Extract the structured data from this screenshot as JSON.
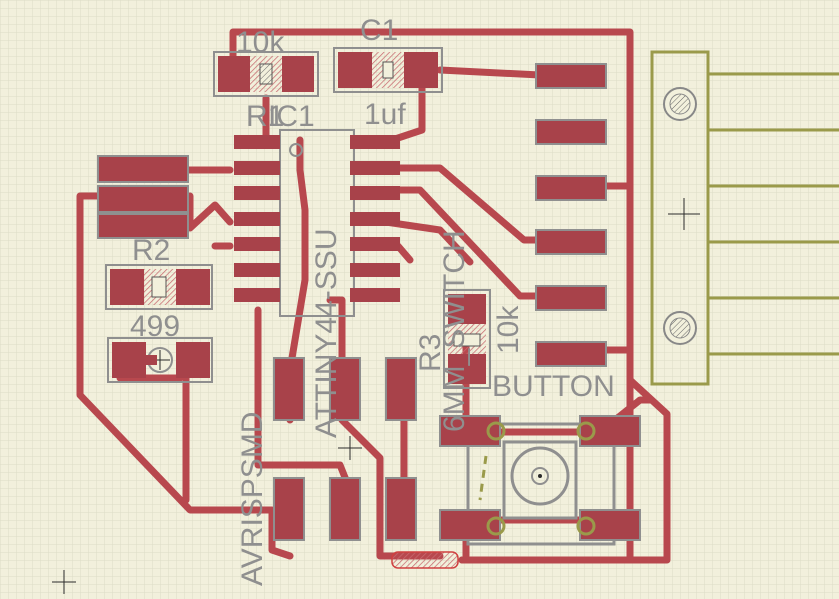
{
  "colors": {
    "background": "#f2f0dc",
    "grid": "#dcdcc6",
    "trace": "#b8484e",
    "pad": "#a8424a",
    "pad_hatch": "#c86a70",
    "silk": "#8f8f8f",
    "outline": "#9a9a4a",
    "dark": "#2a2a2a"
  },
  "labels": {
    "r1_value": "10k",
    "c1_name": "C1",
    "r1_name": "R1",
    "ic1_name": "IC1",
    "c1_value": "1uf",
    "r2_name": "R2",
    "r2_value": "499",
    "ic_part": "ATTINY44-SSU",
    "header_name": "AVRISPSMD",
    "r3_name": "R3",
    "r3_value": "10k",
    "s1_name": "6MM_SWITCH",
    "s1_value": "BUTTON"
  }
}
